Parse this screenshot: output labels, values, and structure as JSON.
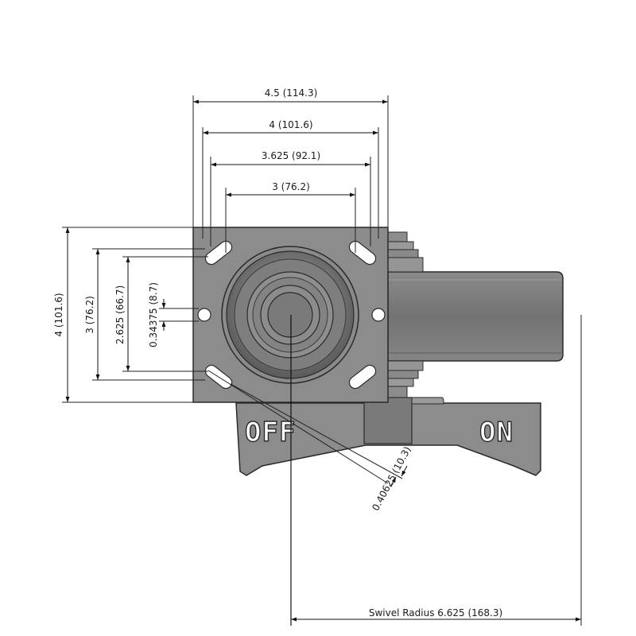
{
  "colors": {
    "part_body": "#8c8c8c",
    "part_dark": "#6e6e6e",
    "part_light": "#b4b4b4",
    "part_outline": "#2a2a2a",
    "dimension_line": "#111111",
    "background": "#ffffff"
  },
  "drawing": {
    "lever_labels": {
      "off": "OFF",
      "on": "ON"
    },
    "dimensions": {
      "plate_width": "4.5 (114.3)",
      "bolt_spacing_outer": "4 (101.6)",
      "bolt_spacing_mid": "3.625 (92.1)",
      "bolt_spacing_inner": "3 (76.2)",
      "plate_height": "4 (101.6)",
      "bolt_height_outer": "3 (76.2)",
      "bolt_height_inner": "2.625 (66.7)",
      "slot_width": "0.34375 (8.7)",
      "bolt_hole_diameter": "0.40625 (10.3)",
      "swivel_radius": "Swivel Radius 6.625 (168.3)"
    }
  }
}
